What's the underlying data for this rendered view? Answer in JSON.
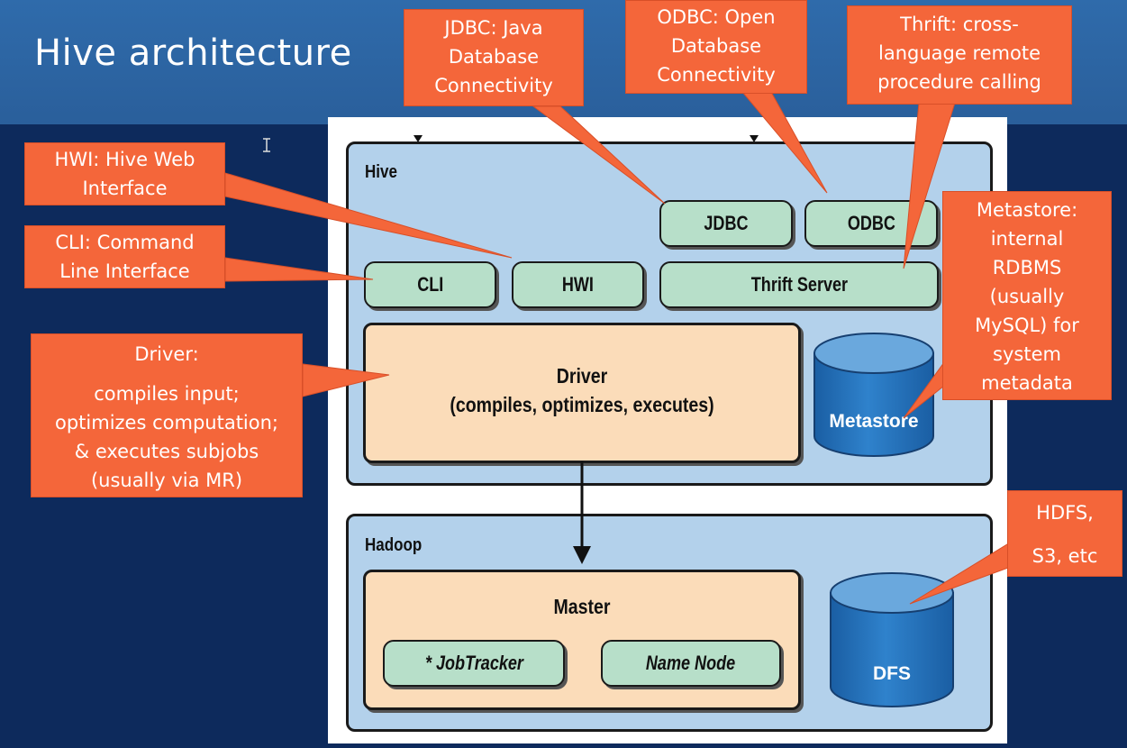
{
  "slide": {
    "title": "Hive architecture"
  },
  "diagram": {
    "hive": {
      "label": "Hive",
      "jdbc": "JDBC",
      "odbc": "ODBC",
      "cli": "CLI",
      "hwi": "HWI",
      "thrift_server": "Thrift Server",
      "driver_title": "Driver",
      "driver_sub": "(compiles, optimizes, executes)",
      "metastore": "Metastore"
    },
    "hadoop": {
      "label": "Hadoop",
      "master": "Master",
      "jobtracker": "* JobTracker",
      "namenode": "Name Node",
      "dfs": "DFS"
    }
  },
  "callouts": {
    "jdbc": [
      "JDBC: Java",
      "Database",
      "Connectivity"
    ],
    "odbc": [
      "ODBC: Open",
      "Database",
      "Connectivity"
    ],
    "thrift": [
      "Thrift: cross-",
      "language remote",
      "procedure calling"
    ],
    "hwi": [
      "HWI: Hive Web",
      "Interface"
    ],
    "cli": [
      "CLI: Command",
      "Line Interface"
    ],
    "driver": [
      "Driver:",
      "compiles input;",
      "optimizes computation;",
      "& executes subjobs",
      "(usually via MR)"
    ],
    "metastore": [
      "Metastore:",
      "internal",
      "RDBMS",
      "(usually",
      "MySQL) for",
      "system",
      "metadata"
    ],
    "hdfs": [
      "HDFS,",
      "S3, etc"
    ]
  },
  "colors": {
    "header": "#2f6bab",
    "background": "#0d2a5c",
    "callout": "#f4663a",
    "group_fill": "#b3d1eb",
    "pill_fill": "#b7dfc9",
    "driver_fill": "#fbdcb9",
    "cylinder": "#1f6fb8"
  },
  "icons": {
    "cursor": "text-cursor-icon"
  }
}
